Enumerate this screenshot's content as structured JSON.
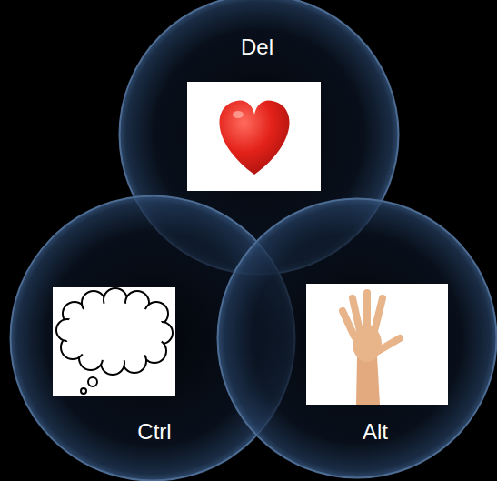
{
  "diagram": {
    "nodes": [
      {
        "text": [
          "Del"
        ]
      },
      {
        "text": [
          "Ctrl"
        ]
      },
      {
        "text": [
          "Alt"
        ]
      }
    ]
  }
}
